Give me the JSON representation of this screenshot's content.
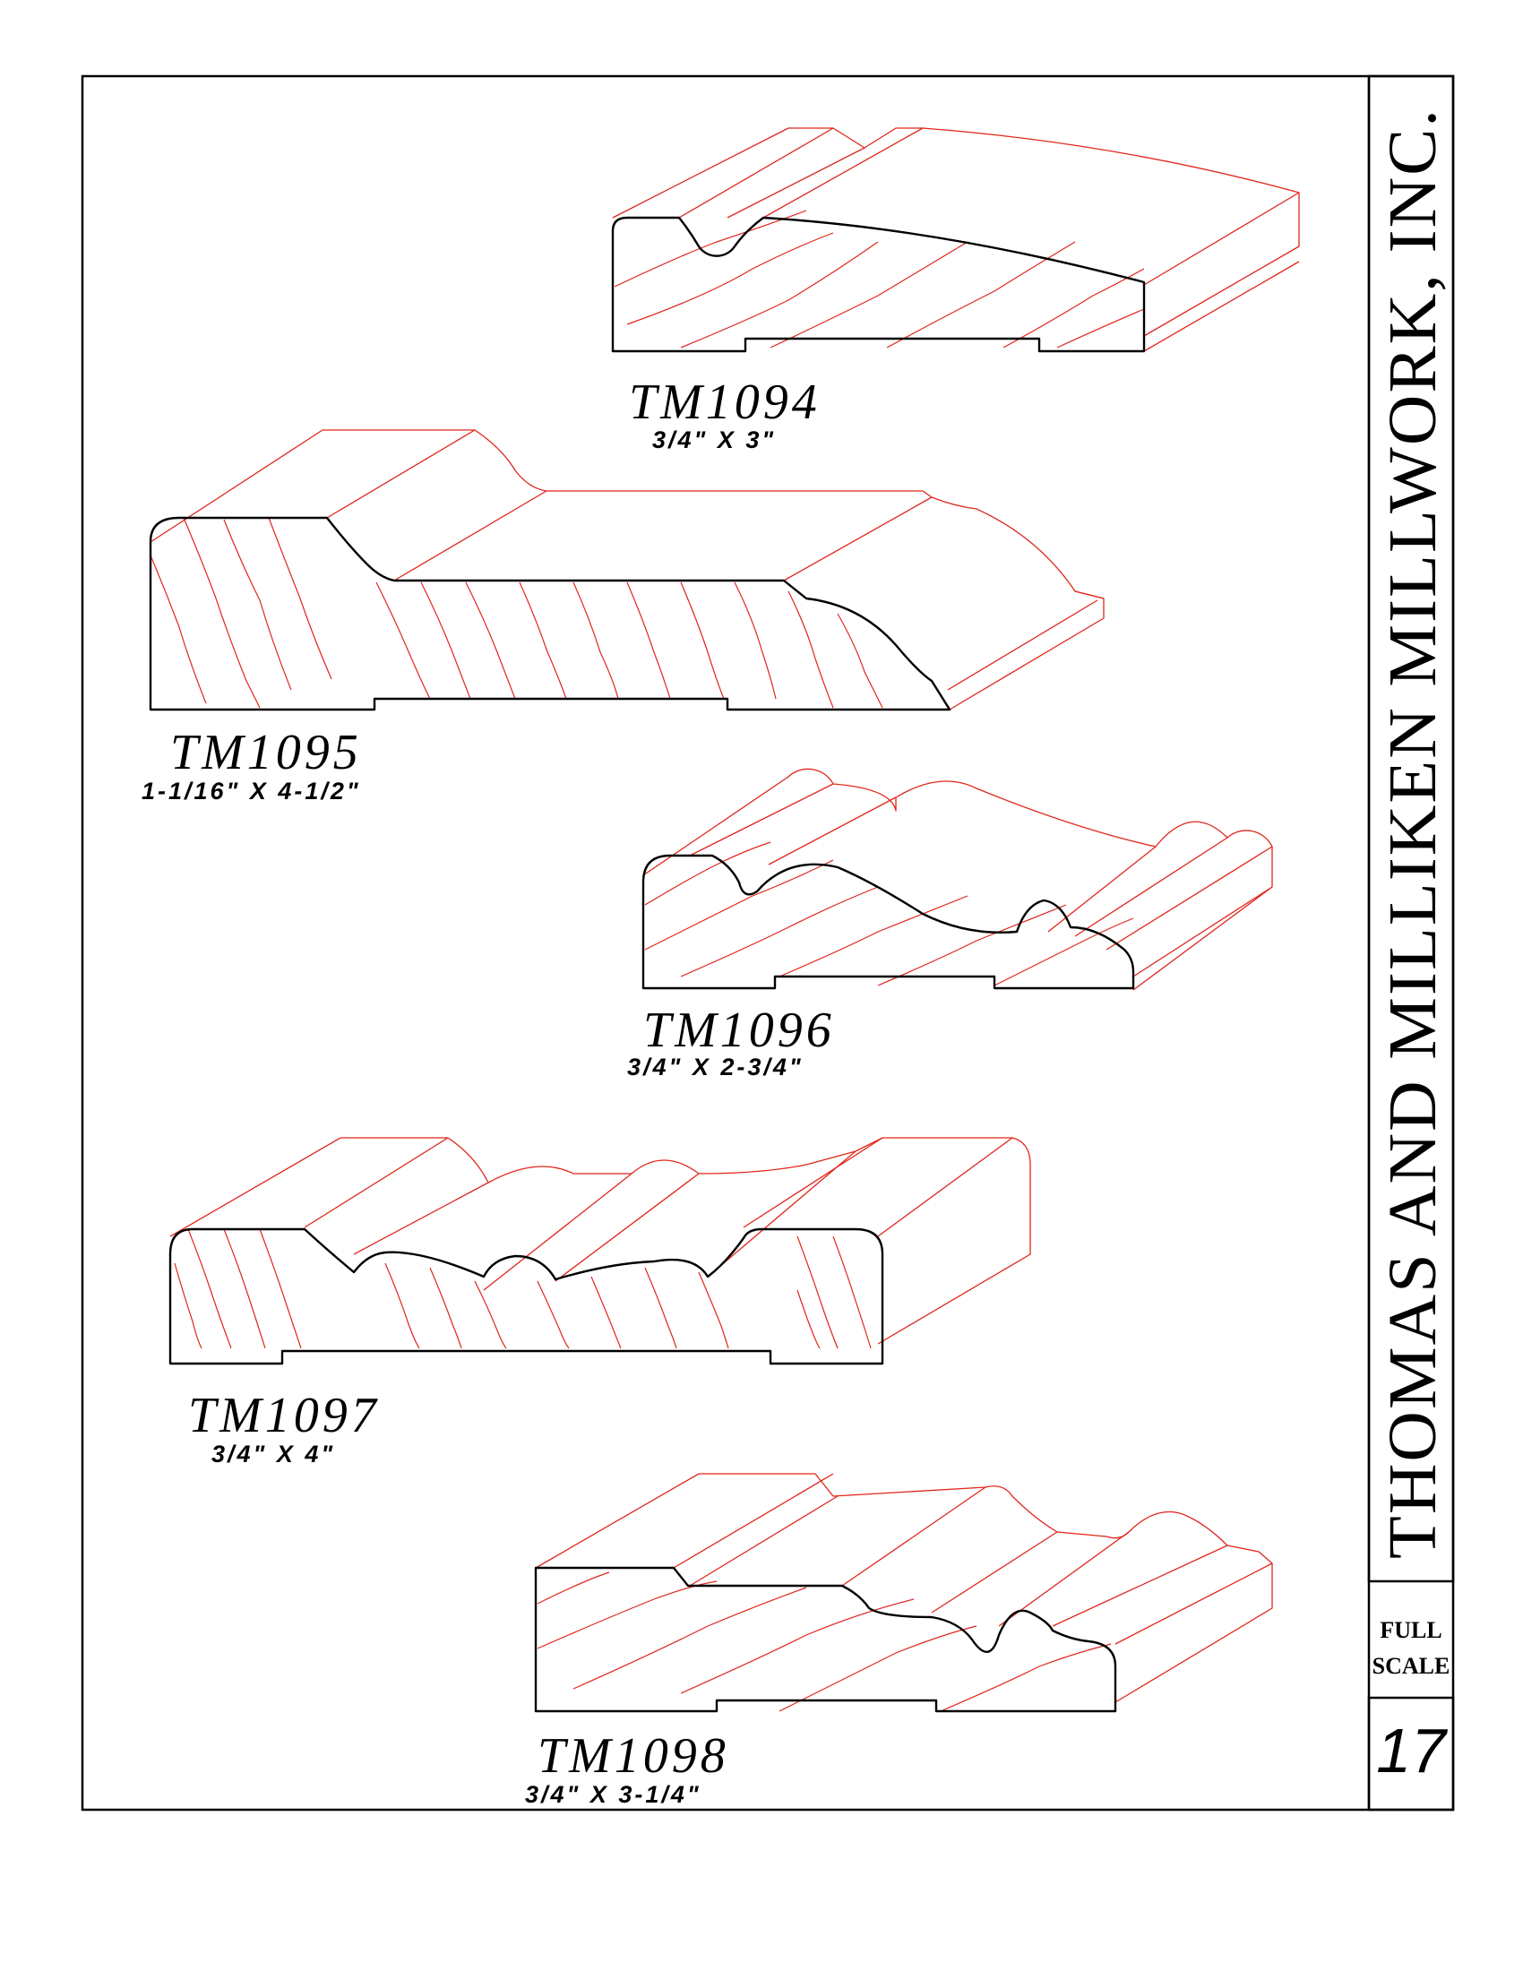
{
  "company_name": "THOMAS AND MILLIKEN MILLWORK, INC.",
  "scale_label": [
    "FULL",
    "SCALE"
  ],
  "page_number": "17",
  "profiles": [
    {
      "code": "TM1094",
      "size": "3/4\"  X 3\""
    },
    {
      "code": "TM1095",
      "size": "1-1/16\"  X 4-1/2\""
    },
    {
      "code": "TM1096",
      "size": "3/4\"  X 2-3/4\""
    },
    {
      "code": "TM1097",
      "size": "3/4\"  X 4\""
    },
    {
      "code": "TM1098",
      "size": "3/4\"  X 3-1/4\""
    }
  ],
  "colors": {
    "outline": "#000000",
    "edge_lines": "#e0261b",
    "background": "#ffffff"
  }
}
